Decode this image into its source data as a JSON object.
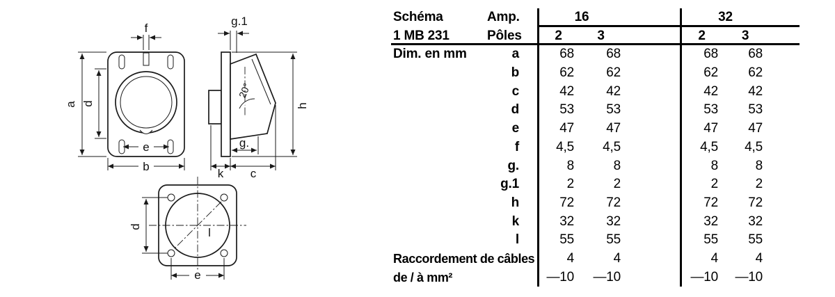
{
  "drawing": {
    "front": {
      "f": "f",
      "a": "a",
      "d": "d",
      "e": "e",
      "b": "b"
    },
    "side": {
      "g1": "g.1",
      "angle": "20°",
      "h": "h",
      "g": "g.",
      "k": "k",
      "c": "c"
    },
    "plate": {
      "d": "d",
      "e": "e",
      "l": "l"
    }
  },
  "table": {
    "schema_label": "Schéma",
    "schema_value": "1 MB 231",
    "amp_label": "Amp.",
    "poles_label": "Pôles",
    "dim_label": "Dim. en mm",
    "groups": [
      {
        "amp": "16",
        "poles": [
          "2",
          "3"
        ]
      },
      {
        "amp": "32",
        "poles": [
          "2",
          "3"
        ]
      }
    ],
    "rows": [
      {
        "label": "a",
        "values": [
          "68",
          "68",
          "68",
          "68"
        ]
      },
      {
        "label": "b",
        "values": [
          "62",
          "62",
          "62",
          "62"
        ]
      },
      {
        "label": "c",
        "values": [
          "42",
          "42",
          "42",
          "42"
        ]
      },
      {
        "label": "d",
        "values": [
          "53",
          "53",
          "53",
          "53"
        ]
      },
      {
        "label": "e",
        "values": [
          "47",
          "47",
          "47",
          "47"
        ]
      },
      {
        "label": "f",
        "values": [
          "4,5",
          "4,5",
          "4,5",
          "4,5"
        ]
      },
      {
        "label": "g.",
        "values": [
          "8",
          "8",
          "8",
          "8"
        ]
      },
      {
        "label": "g.1",
        "values": [
          "2",
          "2",
          "2",
          "2"
        ]
      },
      {
        "label": "h",
        "values": [
          "72",
          "72",
          "72",
          "72"
        ]
      },
      {
        "label": "k",
        "values": [
          "32",
          "32",
          "32",
          "32"
        ]
      },
      {
        "label": "l",
        "values": [
          "55",
          "55",
          "55",
          "55"
        ]
      }
    ],
    "cable_rows": [
      {
        "label": "Raccordement de câbles",
        "values": [
          "4",
          "4",
          "4",
          "4"
        ]
      },
      {
        "label": "de / à mm²",
        "values": [
          "—10",
          "—10",
          "—10",
          "—10"
        ]
      }
    ]
  }
}
